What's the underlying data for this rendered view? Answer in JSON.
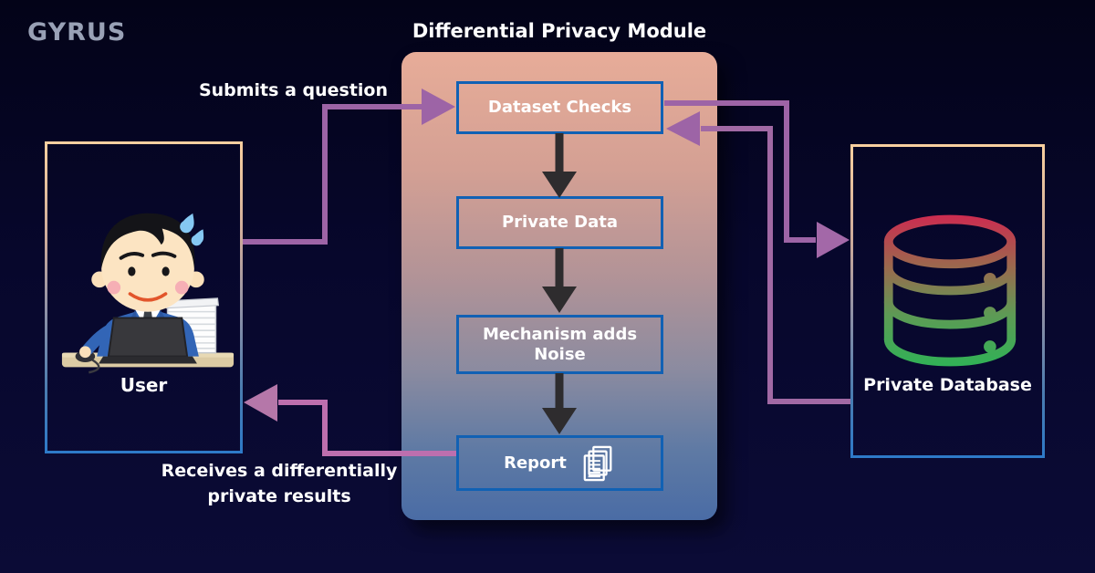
{
  "logo": {
    "text": "GYRUS"
  },
  "header": {
    "title": "Differential Privacy Module"
  },
  "module": {
    "steps": [
      {
        "label": "Dataset Checks"
      },
      {
        "label": "Private Data"
      },
      {
        "label": "Mechanism adds Noise"
      },
      {
        "label": "Report"
      }
    ]
  },
  "actors": {
    "user": {
      "label": "User"
    },
    "database": {
      "label": "Private Database"
    }
  },
  "annotations": {
    "submit": "Submits a question",
    "receive_line1": "Receives a differentially",
    "receive_line2": "private results"
  },
  "colors": {
    "background": "#07072c",
    "panel_gradient_top": "#e7ac98",
    "panel_gradient_bottom": "#4a6ca5",
    "step_border_blue": "#1161b4",
    "step_arrow_black": "#2e2c2e",
    "connector_purple": "#9d64a6",
    "connector_pink": "#bd6fae",
    "frame_gradient_top": "#f8cf9f",
    "frame_gradient_bottom": "#2e7ac8",
    "database_gradient_top": "#ce2950",
    "database_gradient_bottom": "#2eb356",
    "text": "#ffffff",
    "logo_gray": "#99a1b6"
  }
}
